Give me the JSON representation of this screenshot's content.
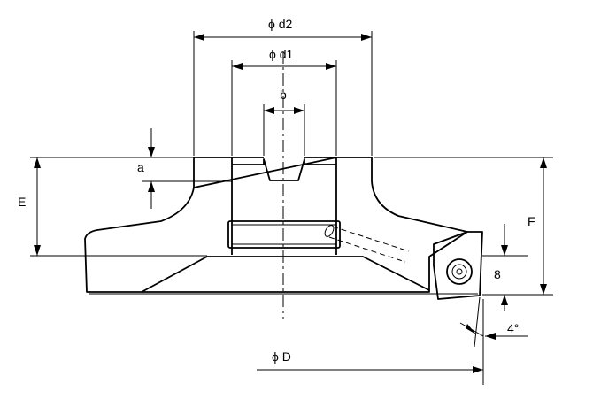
{
  "labels": {
    "d2": "ϕ d2",
    "d1": "ϕ d1",
    "b": "b",
    "a": "a",
    "E": "E",
    "F": "F",
    "eight": "8",
    "angle": "4°",
    "D": "ϕ D"
  },
  "colors": {
    "line": "#000000",
    "background": "#ffffff"
  }
}
